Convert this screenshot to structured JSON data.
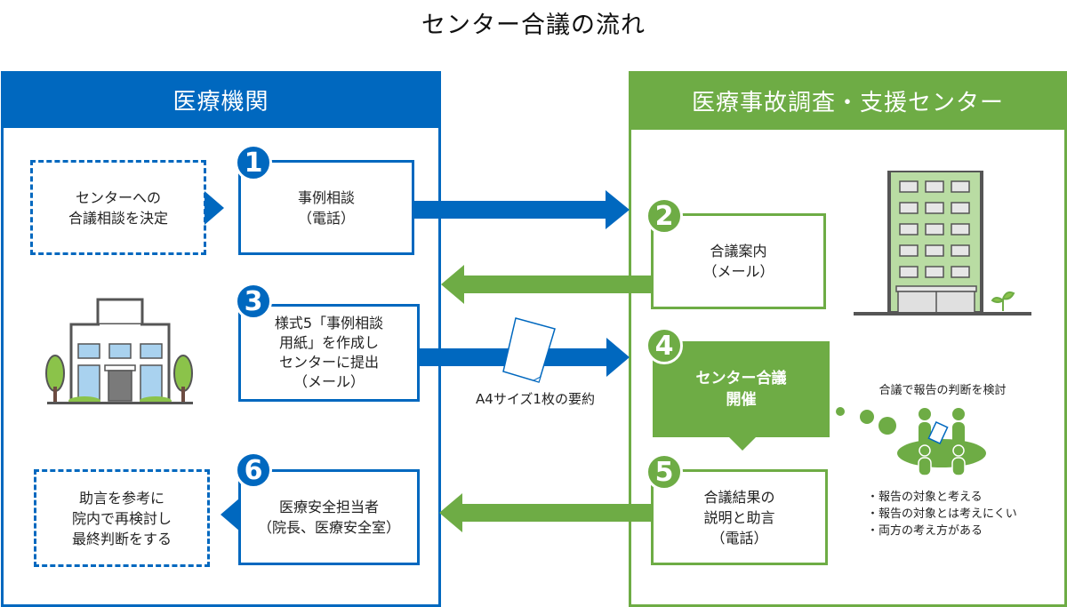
{
  "title": "センター合議の流れ",
  "colors": {
    "hospital": "#0068bf",
    "center": "#6eac45",
    "text": "#222222"
  },
  "left_panel": {
    "header": "医療機関",
    "decision_box": {
      "lines": [
        "センターへの",
        "合議相談を決定"
      ]
    },
    "final_box": {
      "lines": [
        "助言を参考に",
        "院内で再検討し",
        "最終判断をする"
      ]
    },
    "building_icon": "hospital-building-icon"
  },
  "right_panel": {
    "header": "医療事故調査・支援センター",
    "building_icon": "center-building-icon",
    "meeting_caption": "合議で報告の判断を検討",
    "meeting_icon": "meeting-table-icon",
    "outcomes": [
      "・報告の対象と考える",
      "・報告の対象とは考えにくい",
      "・両方の考え方がある"
    ]
  },
  "steps": [
    {
      "number": "1",
      "lines": [
        "事例相談",
        "（電話）"
      ],
      "side": "left"
    },
    {
      "number": "2",
      "lines": [
        "合議案内",
        "（メール）"
      ],
      "side": "right"
    },
    {
      "number": "3",
      "lines": [
        "様式5「事例相談",
        "用紙」を作成し",
        "センターに提出",
        "（メール）"
      ],
      "side": "left"
    },
    {
      "number": "4",
      "lines": [
        "センター合議",
        "開催"
      ],
      "side": "right"
    },
    {
      "number": "5",
      "lines": [
        "合議結果の",
        "説明と助言",
        "（電話）"
      ],
      "side": "right"
    },
    {
      "number": "6",
      "lines": [
        "医療安全担当者",
        "（院長、医療安全室）"
      ],
      "side": "left"
    }
  ],
  "document_caption": "A4サイズ1枚の要約",
  "document_icon": "paper-document-icon"
}
